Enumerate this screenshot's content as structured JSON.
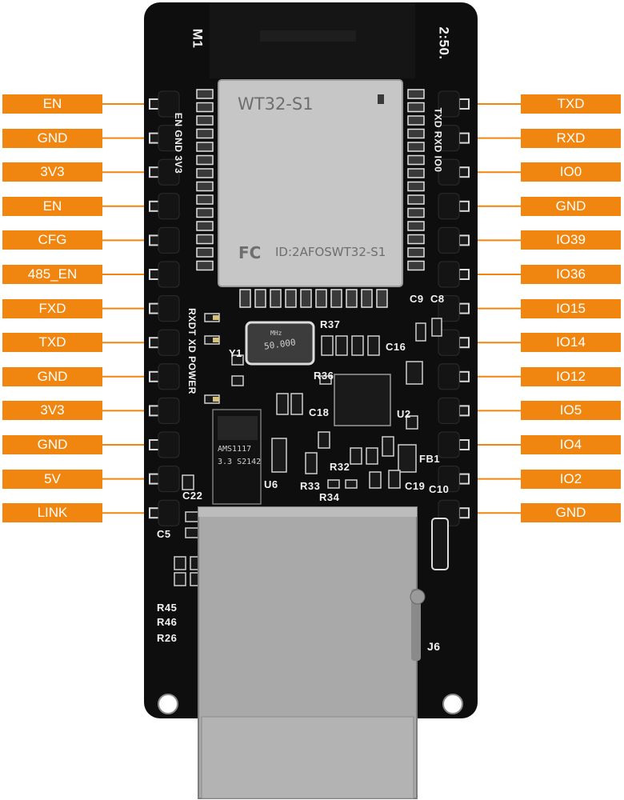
{
  "colors": {
    "label_bg": "#f0860f",
    "board": "#0e0e0e",
    "module_shield": "#c6c6c6",
    "rj45_metal": "#a9a9a9",
    "silk": "#f2f2f2"
  },
  "left_pins": [
    {
      "label": "EN"
    },
    {
      "label": "GND"
    },
    {
      "label": "3V3"
    },
    {
      "label": "EN"
    },
    {
      "label": "CFG"
    },
    {
      "label": "485_EN"
    },
    {
      "label": "FXD"
    },
    {
      "label": "TXD"
    },
    {
      "label": "GND"
    },
    {
      "label": "3V3"
    },
    {
      "label": "GND"
    },
    {
      "label": "5V"
    },
    {
      "label": "LINK"
    }
  ],
  "right_pins": [
    {
      "label": "TXD"
    },
    {
      "label": "RXD"
    },
    {
      "label": "IO0"
    },
    {
      "label": "GND"
    },
    {
      "label": "IO39"
    },
    {
      "label": "IO36"
    },
    {
      "label": "IO15"
    },
    {
      "label": "IO14"
    },
    {
      "label": "IO12"
    },
    {
      "label": "IO5"
    },
    {
      "label": "IO4"
    },
    {
      "label": "IO2"
    },
    {
      "label": "GND"
    }
  ],
  "module": {
    "name": "WT32-S1",
    "fcc_mark": "FC",
    "fcc_id": "ID:2AFOSWT32-S1"
  },
  "silkscreen": {
    "m1": "M1",
    "top_right": "2:50.",
    "left_header_text": "EN GND 3V3",
    "right_header_text": "TXD RXD IO0",
    "status_text": "RXDT XD POWER",
    "crystal": "50.000",
    "crystal_sub": "MHz",
    "regulator_line1": "AMS1117",
    "regulator_line2": "3.3   S2142",
    "y1": "Y1",
    "u6": "U6",
    "j6": "J6",
    "r37": "R37",
    "r36": "R36",
    "r32": "R32",
    "r33": "R33",
    "r34": "R34",
    "r26": "R26",
    "r45": "R45",
    "r46": "R46",
    "c8": "C8",
    "c9": "C9",
    "c16": "C16",
    "c18": "C18",
    "c19": "C19",
    "c10": "C10",
    "c5": "C5",
    "c22": "C22",
    "fb1": "FB1",
    "u2": "U2"
  }
}
